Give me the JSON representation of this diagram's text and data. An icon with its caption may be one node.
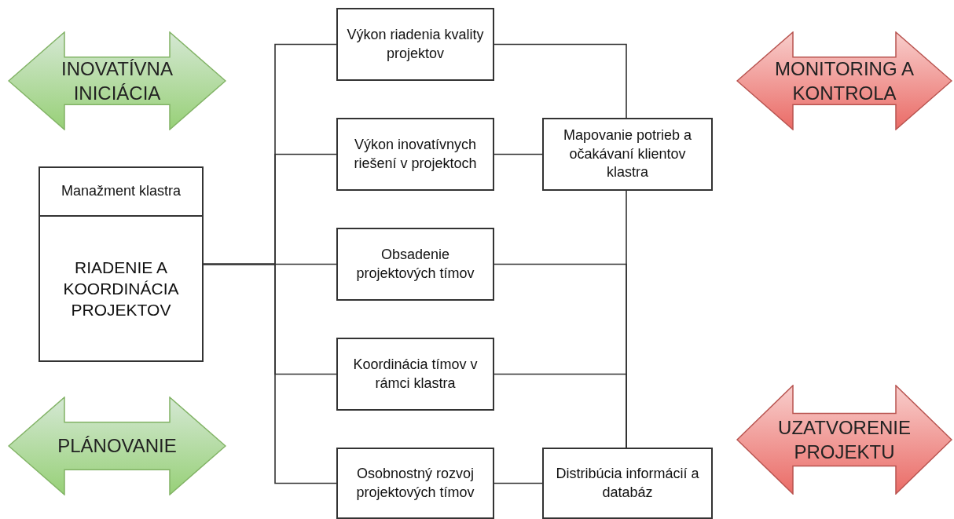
{
  "diagram": {
    "nodes": [
      {
        "text": [
          "INOVATÍVNA INICIÁCIA"
        ]
      },
      {
        "text": [
          "MONITORING A KONTROLA"
        ]
      },
      {
        "text": [
          "Manažment klastra",
          "RIADENIE A KOORDINÁCIA PROJEKTOV"
        ]
      },
      {
        "text": [
          "Výkon riadenia kvality projektov"
        ]
      },
      {
        "text": [
          "Výkon inovatívnych riešení v projektoch"
        ]
      },
      {
        "text": [
          "Mapovanie potrieb a očakávaní klientov klastra"
        ]
      },
      {
        "text": [
          "Obsadenie projektových tímov"
        ]
      },
      {
        "text": [
          "Koordinácia tímov v rámci klastra"
        ]
      },
      {
        "text": [
          "PLÁNOVANIE"
        ]
      },
      {
        "text": [
          "UZATVORENIE PROJEKTU"
        ]
      },
      {
        "text": [
          "Osobnostný rozvoj projektových tímov"
        ]
      },
      {
        "text": [
          "Distribúcia informácií a databáz"
        ]
      }
    ],
    "edges": [
      {
        "from": 2,
        "to": 3,
        "arrow": "none"
      },
      {
        "from": 2,
        "to": 4,
        "arrow": "none"
      },
      {
        "from": 2,
        "to": 6,
        "arrow": "none"
      },
      {
        "from": 2,
        "to": 7,
        "arrow": "none"
      },
      {
        "from": 2,
        "to": 10,
        "arrow": "none"
      },
      {
        "from": 3,
        "to": 5,
        "arrow": "none"
      },
      {
        "from": 4,
        "to": 5,
        "arrow": "none"
      },
      {
        "from": 5,
        "to": 11,
        "arrow": "none"
      },
      {
        "from": 6,
        "to": 11,
        "arrow": "none"
      },
      {
        "from": 7,
        "to": 11,
        "arrow": "none"
      },
      {
        "from": 10,
        "to": 11,
        "arrow": "none"
      }
    ]
  }
}
